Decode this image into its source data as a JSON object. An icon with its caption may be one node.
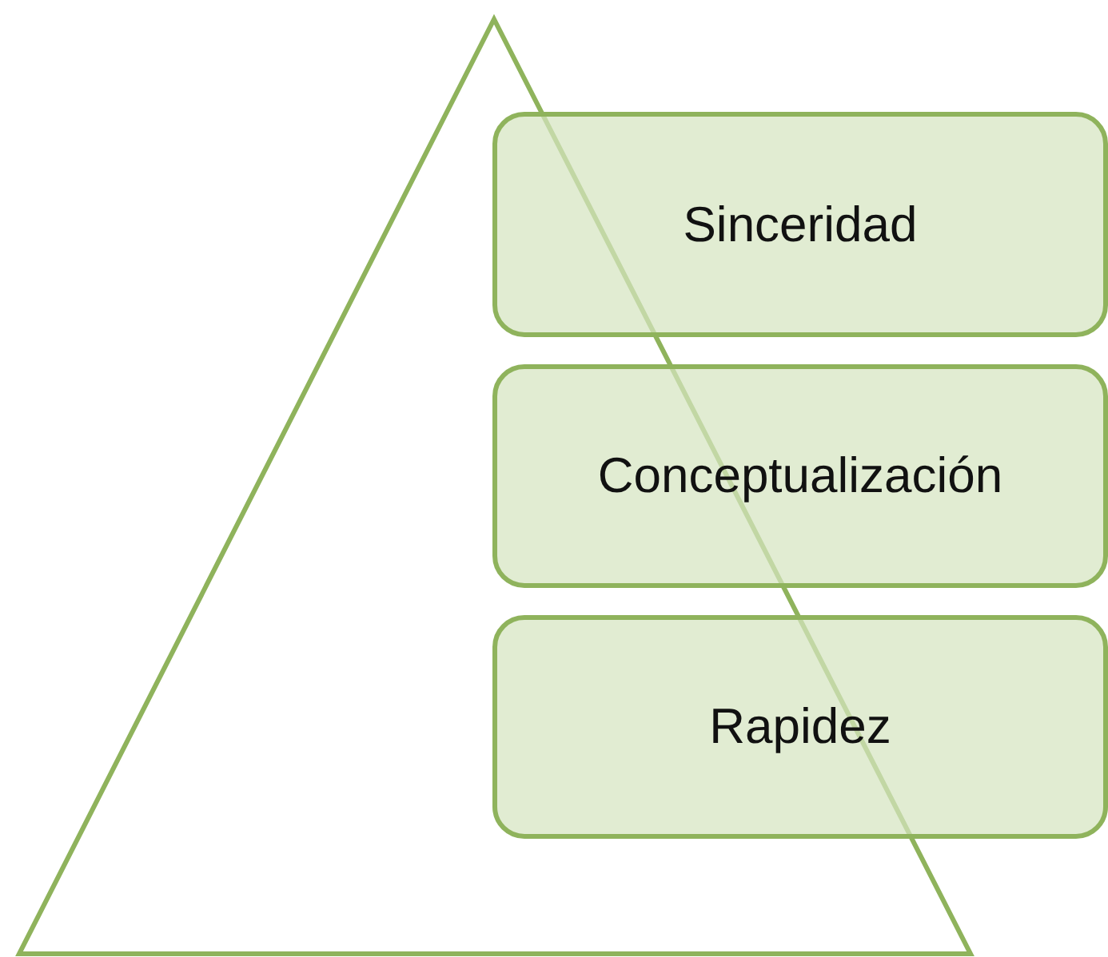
{
  "diagram": {
    "nodes": [
      {
        "text": [
          "Sinceridad"
        ]
      },
      {
        "text": [
          "Conceptualización"
        ]
      },
      {
        "text": [
          "Rapidez"
        ]
      }
    ],
    "edges": []
  }
}
